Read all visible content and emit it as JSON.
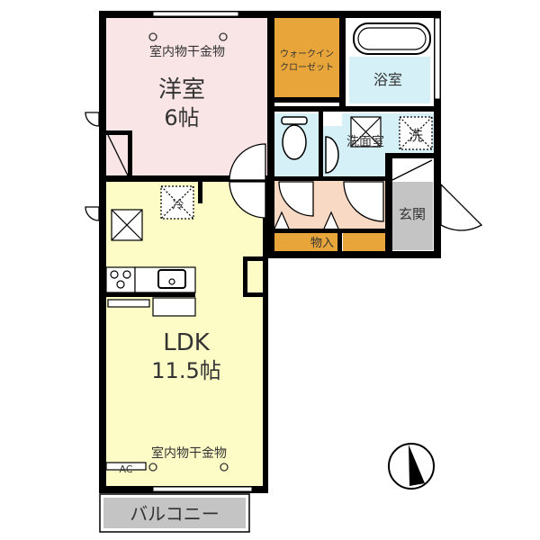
{
  "plan": {
    "type": "apartment-floor-plan",
    "layout": "1LDK"
  },
  "rooms": {
    "western_room": {
      "name": "洋室",
      "size": "6帖",
      "note": "室内物干金物",
      "color": "#f9e4e6"
    },
    "walk_in_closet": {
      "line1": "ウォークイン",
      "line2": "クローゼット",
      "color": "#e8a53a"
    },
    "bathroom": {
      "name": "浴室",
      "color": "#d5f1f7"
    },
    "washroom": {
      "name": "洗面室",
      "washer_mark": "洗",
      "color": "#d5f1f7"
    },
    "toilet": {
      "color": "#d5f1f7"
    },
    "hallway": {
      "color": "#f8d9c3"
    },
    "storage": {
      "name": "物入",
      "color": "#e8a53a"
    },
    "entrance": {
      "name": "玄関",
      "color": "#c4c4c4"
    },
    "ldk": {
      "name": "LDK",
      "size": "11.5帖",
      "note": "室内物干金物",
      "ac": "AC",
      "fridge_mark": "冷",
      "color": "#fdfbc6"
    },
    "balcony": {
      "name": "バルコニー",
      "color": "#c4c4c4"
    }
  },
  "compass": {
    "label": "north-arrow"
  }
}
